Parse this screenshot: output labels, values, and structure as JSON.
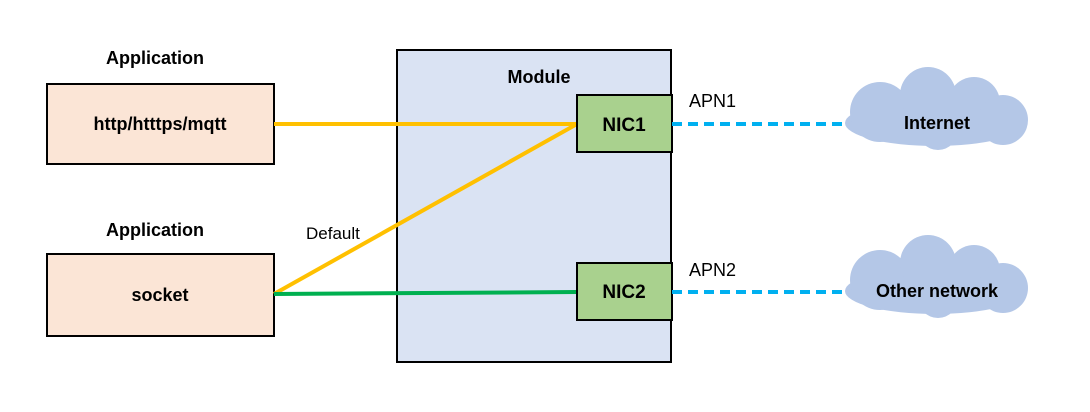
{
  "applications": [
    {
      "heading": "Application",
      "label": "http/htttps/mqtt"
    },
    {
      "heading": "Application",
      "label": "socket"
    }
  ],
  "module": {
    "title": "Module",
    "nics": [
      "NIC1",
      "NIC2"
    ]
  },
  "route_label": "Default",
  "apns": [
    "APN1",
    "APN2"
  ],
  "networks": [
    "Internet",
    "Other network"
  ],
  "colors": {
    "app_fill": "#fbe5d6",
    "module_fill": "#dae3f3",
    "nic_fill": "#a9d18e",
    "cloud_fill": "#b4c7e7",
    "yellow_line": "#ffc000",
    "green_line": "#00b050",
    "dashed_line": "#00b0f0",
    "border": "#000000"
  }
}
